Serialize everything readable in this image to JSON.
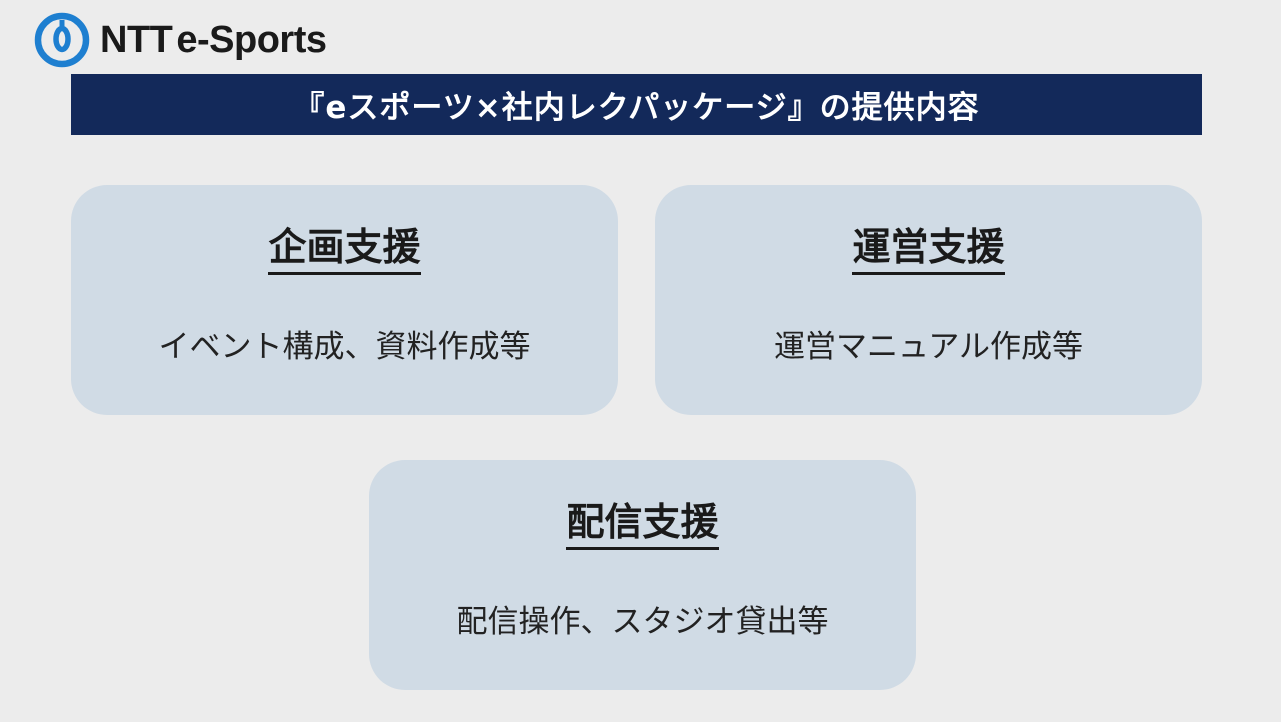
{
  "logo": {
    "brand": "NTT",
    "suffix": "e-Sports",
    "icon": "ntt-logo-icon",
    "brand_color": "#1e7fd0"
  },
  "banner": {
    "title": "『eスポーツ×社内レクパッケージ』の提供内容",
    "background": "#13295a"
  },
  "cards": {
    "planning": {
      "title": "企画支援",
      "description": "イベント構成、資料作成等"
    },
    "operation": {
      "title": "運営支援",
      "description": "運営マニュアル作成等"
    },
    "streaming": {
      "title": "配信支援",
      "description": "配信操作、スタジオ貸出等"
    }
  },
  "colors": {
    "page_background": "#ececec",
    "card_background": "#d0dbe5",
    "text": "#1a1a1a"
  }
}
